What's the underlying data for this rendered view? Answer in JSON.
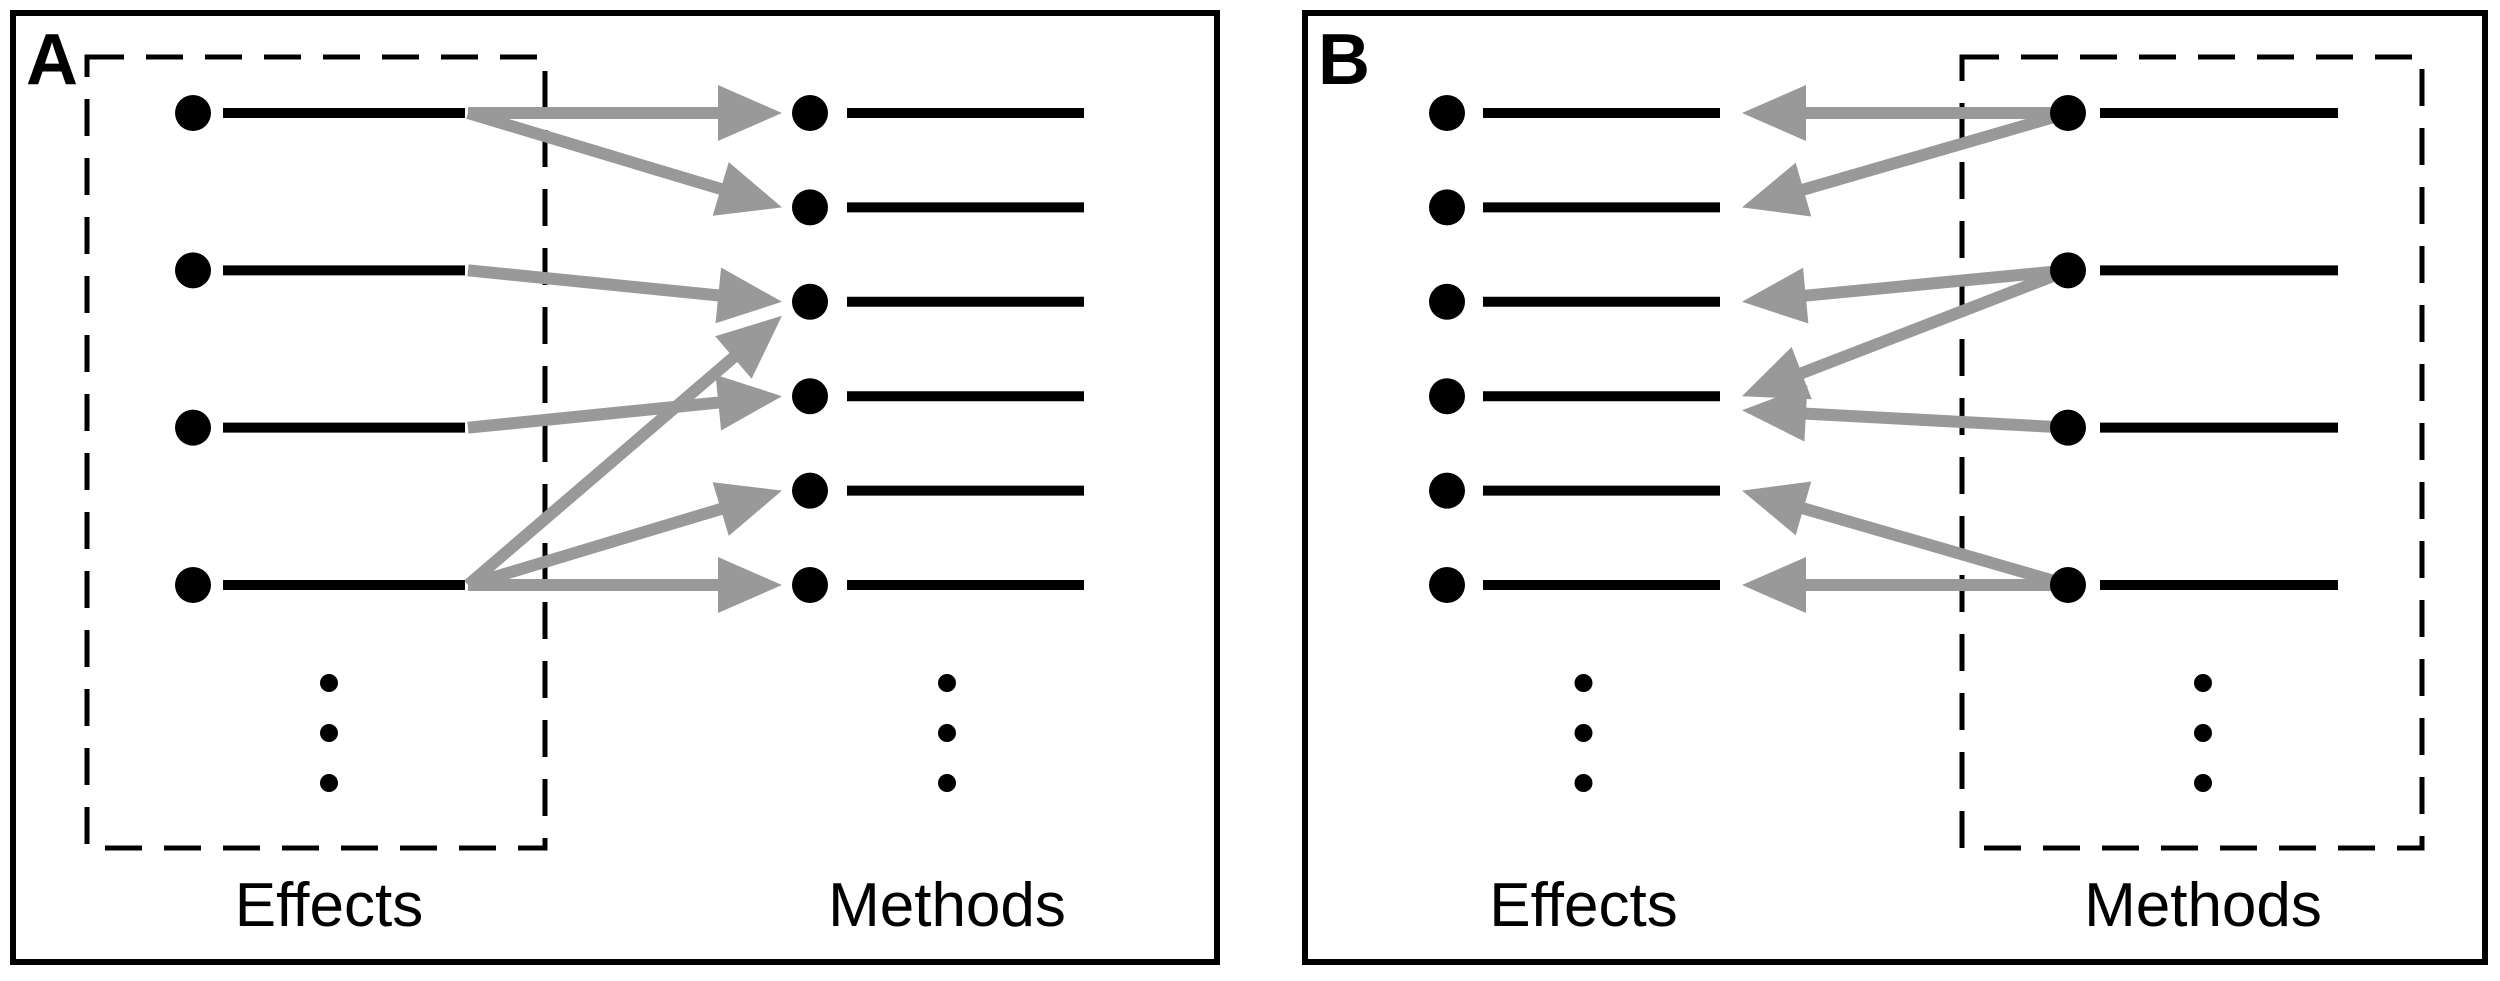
{
  "figure": {
    "colors": {
      "structure_black": "#000000",
      "arrow_gray": "#999999",
      "background": "#ffffff"
    },
    "panels": [
      {
        "label": "A",
        "arrow_direction": "left-to-right",
        "columns": {
          "left": {
            "label": "Effects",
            "item_count": 4,
            "dashed_box": true,
            "has_ellipsis": true
          },
          "right": {
            "label": "Methods",
            "item_count": 6,
            "dashed_box": false,
            "has_ellipsis": true
          }
        },
        "arrows": [
          {
            "from": 1,
            "to": 1
          },
          {
            "from": 1,
            "to": 2
          },
          {
            "from": 2,
            "to": 3
          },
          {
            "from": 3,
            "to": 4
          },
          {
            "from": 4,
            "to": 3
          },
          {
            "from": 4,
            "to": 5
          },
          {
            "from": 4,
            "to": 6
          }
        ]
      },
      {
        "label": "B",
        "arrow_direction": "right-to-left",
        "columns": {
          "left": {
            "label": "Effects",
            "item_count": 6,
            "dashed_box": false,
            "has_ellipsis": true
          },
          "right": {
            "label": "Methods",
            "item_count": 4,
            "dashed_box": true,
            "has_ellipsis": true
          }
        },
        "arrows": [
          {
            "from": 1,
            "to": 1
          },
          {
            "from": 1,
            "to": 2
          },
          {
            "from": 2,
            "to": 3
          },
          {
            "from": 2,
            "to": 4
          },
          {
            "from": 3,
            "to": 4
          },
          {
            "from": 4,
            "to": 5
          },
          {
            "from": 4,
            "to": 6
          }
        ]
      }
    ]
  }
}
